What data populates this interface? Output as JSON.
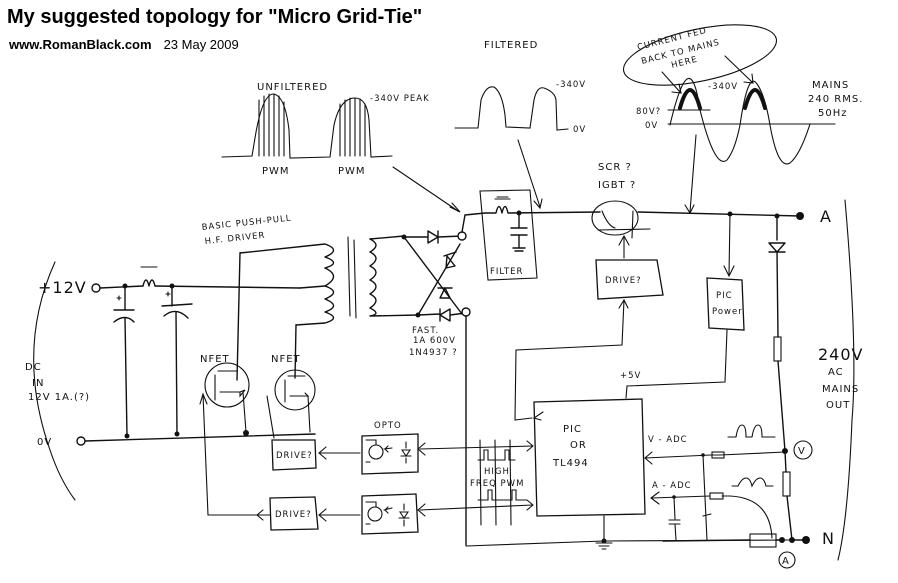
{
  "header": {
    "title": "My suggested topology for \"Micro Grid-Tie\"",
    "site": "www.RomanBlack.com",
    "date": "23 May 2009"
  },
  "waveforms": {
    "unfiltered": {
      "label": "UNFILTERED",
      "peak": "-340V PEAK",
      "pwm1": "PWM",
      "pwm2": "PWM"
    },
    "filtered": {
      "label": "FILTERED",
      "peak": "-340V",
      "zero": "0V"
    },
    "mains": {
      "callout": [
        "CURRENT FED",
        "BACK TO MAINS",
        "HERE"
      ],
      "peak": "-340V",
      "threshold": "80V?",
      "zero": "0V",
      "label": [
        "MAINS",
        "240 RMS.",
        "50Hz"
      ]
    }
  },
  "input": {
    "plus": "+12V",
    "zero": "0V",
    "desc": [
      "DC",
      "IN",
      "12V 1A.(?)"
    ]
  },
  "driver": {
    "label": [
      "BASIC PUSH-PULL",
      "H.F. DRIVER"
    ],
    "fet1": "NFET",
    "fet2": "NFET"
  },
  "rectifier": {
    "note": [
      "FAST.",
      "1A 600V",
      "1N4937 ?"
    ]
  },
  "filter": {
    "label": "FILTER"
  },
  "switch": {
    "label": [
      "SCR ?",
      "IGBT ?"
    ],
    "drive": "DRIVE?"
  },
  "pic_power": {
    "label": [
      "PIC",
      "Power"
    ],
    "rail": "+5V"
  },
  "controller": {
    "label": [
      "PIC",
      "OR",
      "TL494"
    ],
    "pwm_label": [
      "HIGH",
      "FREQ PWM"
    ]
  },
  "opto": {
    "label": "OPTO"
  },
  "drive_boxes": [
    "DRIVE?",
    "DRIVE?"
  ],
  "sense": {
    "v_adc": "V - ADC",
    "a_adc": "A - ADC",
    "v_marker": "V",
    "a_marker": "A"
  },
  "output": {
    "terminal_a": "A",
    "terminal_n": "N",
    "desc": [
      "240V",
      "AC",
      "MAINS",
      "OUT"
    ]
  }
}
